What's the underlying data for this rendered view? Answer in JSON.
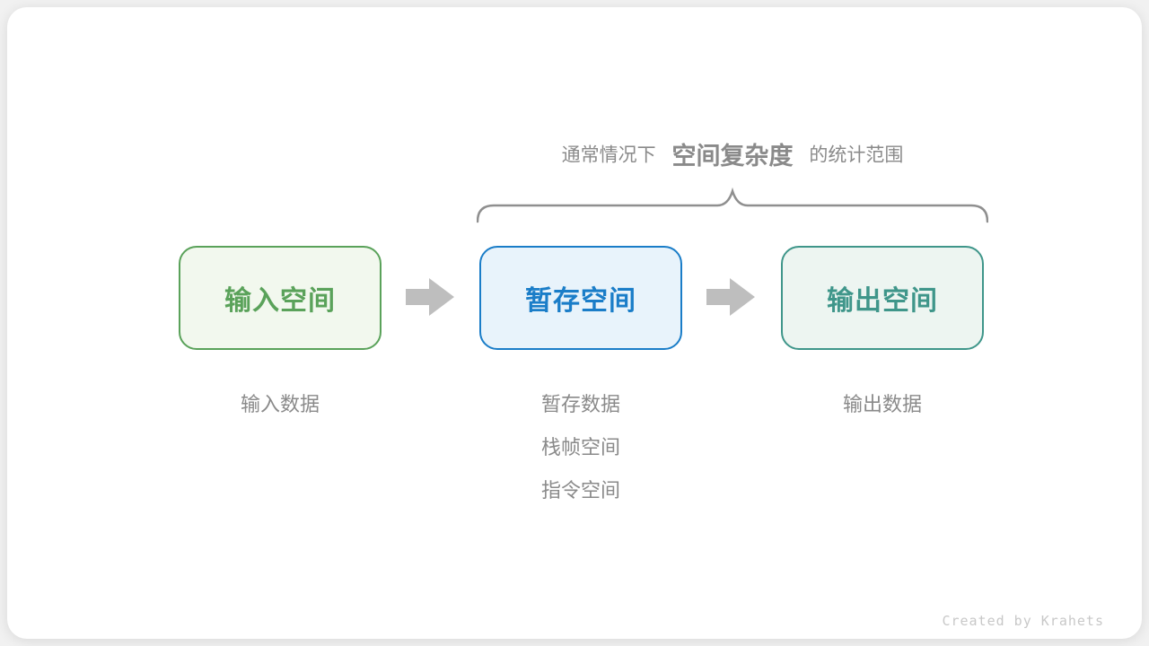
{
  "annotation": {
    "prefix": "通常情况下",
    "highlight": "空间复杂度",
    "suffix": "的统计范围"
  },
  "boxes": [
    {
      "label": "输入空间",
      "accent": "#5AA25A",
      "fill": "#F2F8EE"
    },
    {
      "label": "暂存空间",
      "accent": "#1A7DC8",
      "fill": "#E8F3FB"
    },
    {
      "label": "输出空间",
      "accent": "#3F968A",
      "fill": "#EDF5F1"
    }
  ],
  "sublabels": {
    "input": [
      "输入数据"
    ],
    "buffer": [
      "暂存数据",
      "栈帧空间",
      "指令空间"
    ],
    "output": [
      "输出数据"
    ]
  },
  "colors": {
    "arrow": "#BEBEBE",
    "brace": "#8F8F8F",
    "text_gray": "#8A8A8A",
    "background": "#F1F1F1",
    "card": "#FFFFFF",
    "credit": "#C8C8C8"
  },
  "footer": {
    "credit": "Created by Krahets"
  }
}
